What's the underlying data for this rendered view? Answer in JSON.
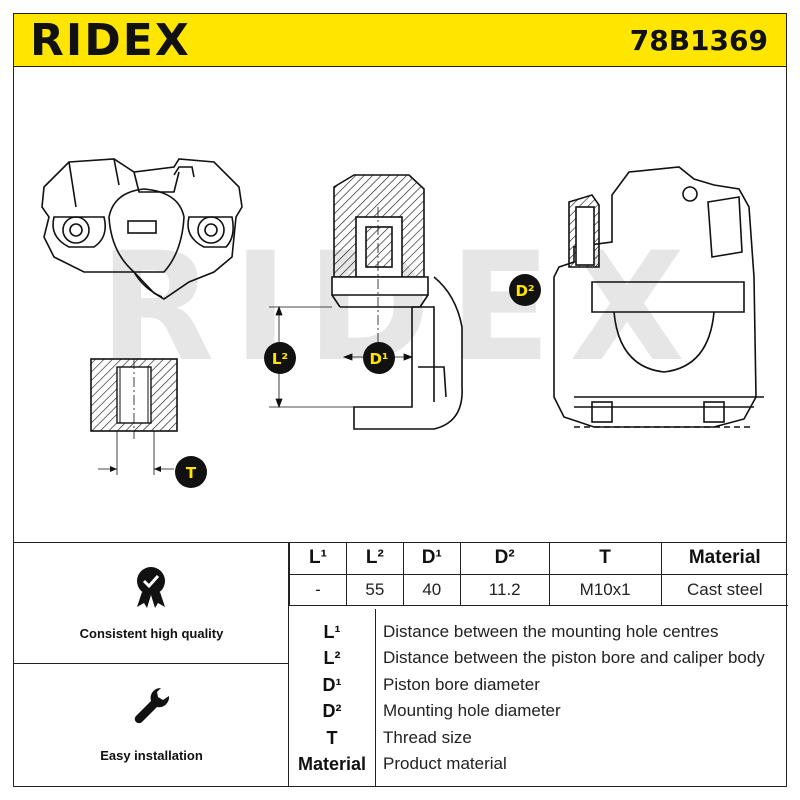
{
  "header": {
    "brand": "RIDEX",
    "part_number": "78B1369",
    "accent_color": "#ffe600"
  },
  "drawing": {
    "watermark": "RIDEX",
    "labels": {
      "l2": "L²",
      "d1": "D¹",
      "d2": "D²",
      "t": "T"
    }
  },
  "features": [
    {
      "label": "Consistent high quality",
      "icon": "quality-badge-icon"
    },
    {
      "label": "Easy installation",
      "icon": "wrench-icon"
    }
  ],
  "specs": {
    "headers": [
      "L¹",
      "L²",
      "D¹",
      "D²",
      "T",
      "Material"
    ],
    "values": [
      "-",
      "55",
      "40",
      "11.2",
      "M10x1",
      "Cast steel"
    ]
  },
  "legend": [
    {
      "key": "L¹",
      "desc": "Distance between the mounting hole centres"
    },
    {
      "key": "L²",
      "desc": "Distance between the piston bore and caliper body"
    },
    {
      "key": "D¹",
      "desc": "Piston bore diameter"
    },
    {
      "key": "D²",
      "desc": "Mounting hole diameter"
    },
    {
      "key": "T",
      "desc": "Thread size"
    },
    {
      "key": "Material",
      "desc": "Product material"
    }
  ]
}
